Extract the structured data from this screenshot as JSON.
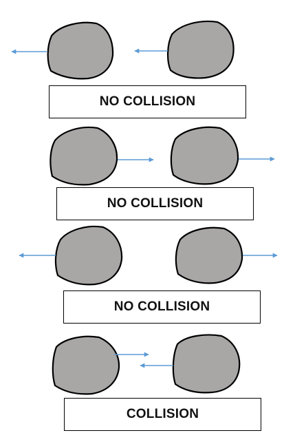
{
  "colors": {
    "rock_fill": "#a9a6a6",
    "rock_stroke": "#000000",
    "arrow": "#5b9bd5",
    "box_border": "#000000",
    "text": "#111111"
  },
  "scenarios": [
    {
      "left_direction": "left",
      "right_direction": "left",
      "label": "NO COLLISION"
    },
    {
      "left_direction": "right",
      "right_direction": "right",
      "label": "NO COLLISION"
    },
    {
      "left_direction": "left",
      "right_direction": "right",
      "label": "NO COLLISION"
    },
    {
      "left_direction": "right",
      "right_direction": "left",
      "label": "COLLISION"
    }
  ]
}
